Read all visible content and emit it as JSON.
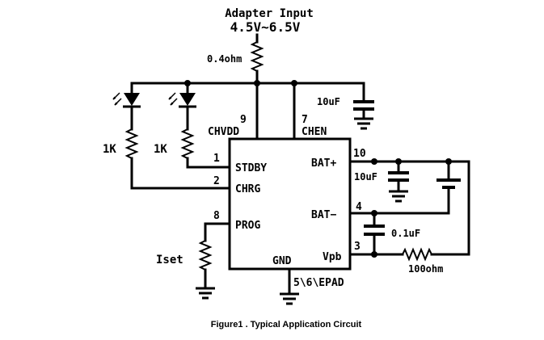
{
  "supply": {
    "title": "Adapter Input",
    "range": "4.5V~6.5V"
  },
  "components": {
    "r_input": "0.4ohm",
    "r_led1": "1K",
    "r_led2": "1K",
    "c_input": "10uF",
    "c_bat": "10uF",
    "c_vpb": "0.1uF",
    "r_vpb": "100ohm",
    "r_set": "Iset"
  },
  "ic": {
    "pins": {
      "chvdd": {
        "num": "9",
        "name": "CHVDD"
      },
      "chen": {
        "num": "7",
        "name": "CHEN"
      },
      "stdby": {
        "num": "1",
        "name": "STDBY"
      },
      "chrg": {
        "num": "2",
        "name": "CHRG"
      },
      "prog": {
        "num": "8",
        "name": "PROG"
      },
      "batp": {
        "num": "10",
        "name": "BAT+"
      },
      "batn": {
        "num": "4",
        "name": "BAT−"
      },
      "vpb": {
        "num": "3",
        "name": "Vpb"
      },
      "gnd": {
        "num": "5\\6\\EPAD",
        "name": "GND"
      }
    }
  },
  "caption": "Figure1 .  Typical Application Circuit"
}
